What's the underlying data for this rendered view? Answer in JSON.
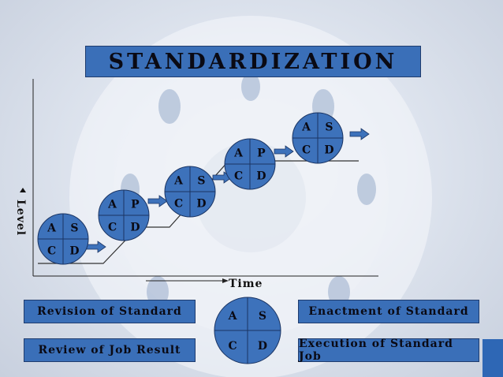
{
  "title": "STANDARDIZATION",
  "y_axis_label": "Level",
  "x_axis_label": "Time",
  "pdca_steps": [
    {
      "cells": [
        "A",
        "S",
        "C",
        "D"
      ]
    },
    {
      "cells": [
        "A",
        "P",
        "C",
        "D"
      ]
    },
    {
      "cells": [
        "A",
        "S",
        "C",
        "D"
      ]
    },
    {
      "cells": [
        "A",
        "P",
        "C",
        "D"
      ]
    },
    {
      "cells": [
        "A",
        "S",
        "C",
        "D"
      ]
    }
  ],
  "center_circle": {
    "cells": [
      "A",
      "S",
      "C",
      "D"
    ]
  },
  "boxes": {
    "revision": "Revision of Standard",
    "review": "Review of Job Result",
    "enactment": "Enactment of Standard",
    "execution": "Execution of Standard Job"
  },
  "colors": {
    "box_fill": "#3a6fb8",
    "circle_fill": "#3d72bb",
    "arrow_fill": "#3d72bb"
  }
}
